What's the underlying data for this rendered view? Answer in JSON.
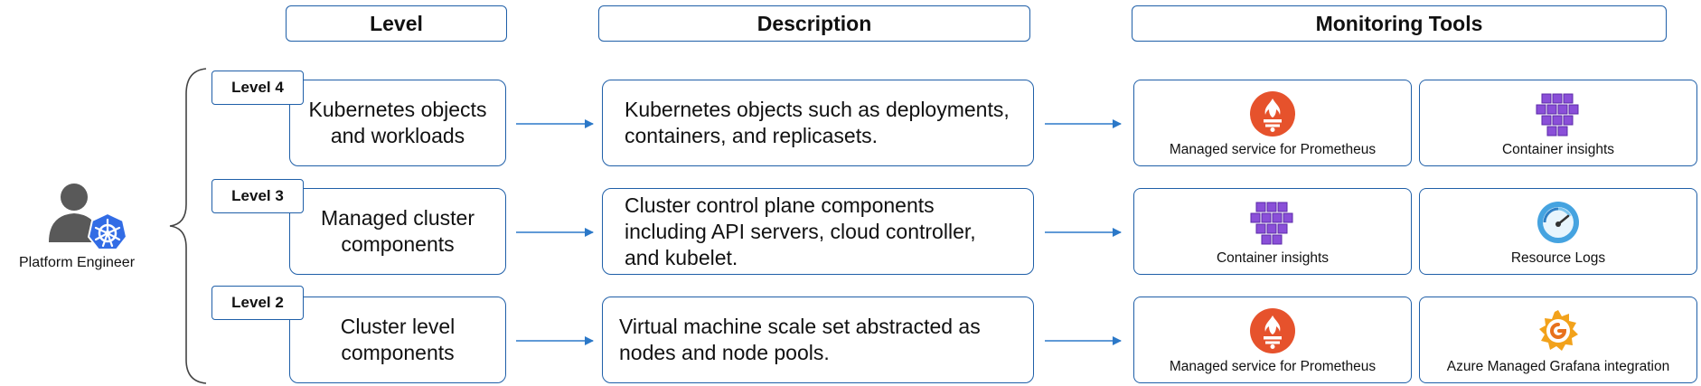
{
  "headers": {
    "level": "Level",
    "description": "Description",
    "tools": "Monitoring Tools"
  },
  "persona": {
    "label": "Platform Engineer",
    "icons": [
      "person-icon",
      "kubernetes-icon"
    ]
  },
  "rows": [
    {
      "tag": "Level 4",
      "level_text": [
        "Kubernetes objects",
        "and workloads"
      ],
      "description": [
        "Kubernetes objects such as deployments,",
        "containers, and replicasets."
      ],
      "tools": [
        {
          "label": "Managed service for Prometheus",
          "icon": "prometheus-icon"
        },
        {
          "label": "Container insights",
          "icon": "container-insights-icon"
        }
      ]
    },
    {
      "tag": "Level 3",
      "level_text": [
        "Managed cluster",
        "components"
      ],
      "description": [
        "Cluster control plane components",
        "including API servers, cloud controller,",
        "and kubelet."
      ],
      "tools": [
        {
          "label": "Container insights",
          "icon": "container-insights-icon"
        },
        {
          "label": "Resource Logs",
          "icon": "resource-logs-icon"
        }
      ]
    },
    {
      "tag": "Level 2",
      "level_text": [
        "Cluster level",
        "components"
      ],
      "description": [
        "Virtual machine scale set abstracted as",
        "nodes and node pools."
      ],
      "tools": [
        {
          "label": "Managed service for Prometheus",
          "icon": "prometheus-icon"
        },
        {
          "label": "Azure Managed Grafana integration",
          "icon": "grafana-icon"
        }
      ]
    }
  ],
  "colors": {
    "border": "#1f5fa8",
    "arrow": "#2b78c8",
    "prometheus": "#e6522c",
    "container_insights": "#8a4fd8",
    "grafana": "#f2a21b",
    "resource_logs": "#45a3e0",
    "person": "#595959",
    "kubernetes": "#326ce5"
  }
}
